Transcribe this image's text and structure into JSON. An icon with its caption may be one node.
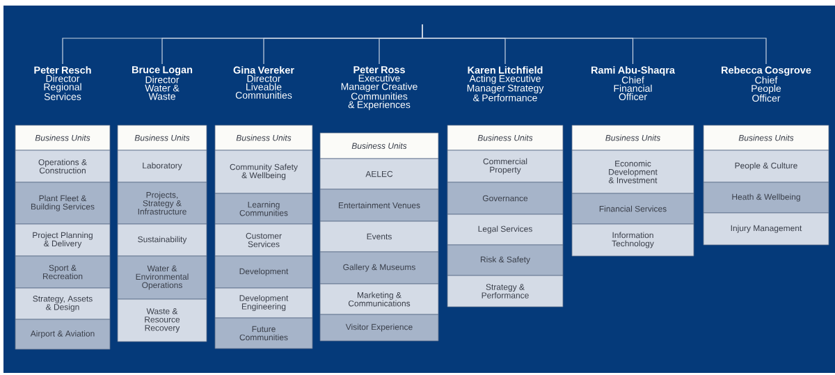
{
  "diagram": {
    "nodes": [
      {
        "text": [
          "Peter Resch",
          "Director Regional Services"
        ]
      },
      {
        "text": [
          "Business Units"
        ]
      },
      {
        "text": [
          "Operations & Construction"
        ]
      },
      {
        "text": [
          "Plant Fleet & Building Services"
        ]
      },
      {
        "text": [
          "Project Planning & Delivery"
        ]
      },
      {
        "text": [
          "Sport & Recreation"
        ]
      },
      {
        "text": [
          "Strategy, Assets & Design"
        ]
      },
      {
        "text": [
          "Airport & Aviation"
        ]
      },
      {
        "text": [
          "Bruce Logan",
          "Director Water & Waste"
        ]
      },
      {
        "text": [
          "Business Units"
        ]
      },
      {
        "text": [
          "Laboratory"
        ]
      },
      {
        "text": [
          "Projects, Strategy & Infrastructure"
        ]
      },
      {
        "text": [
          "Sustainability"
        ]
      },
      {
        "text": [
          "Water & Environmental Operations"
        ]
      },
      {
        "text": [
          "Waste & Resource Recovery"
        ]
      },
      {
        "text": [
          "Gina Vereker",
          "Director Liveable Communities"
        ]
      },
      {
        "text": [
          "Business Units"
        ]
      },
      {
        "text": [
          "Community Safety & Wellbeing"
        ]
      },
      {
        "text": [
          "Learning Communities"
        ]
      },
      {
        "text": [
          "Customer Services"
        ]
      },
      {
        "text": [
          "Development"
        ]
      },
      {
        "text": [
          "Development Engineering"
        ]
      },
      {
        "text": [
          "Future Communities"
        ]
      },
      {
        "text": [
          "Peter Ross",
          "Executive Manager Creative Communities & Experiences"
        ]
      },
      {
        "text": [
          "Business Units"
        ]
      },
      {
        "text": [
          "AELEC"
        ]
      },
      {
        "text": [
          "Entertainment Venues"
        ]
      },
      {
        "text": [
          "Events"
        ]
      },
      {
        "text": [
          "Gallery & Museums"
        ]
      },
      {
        "text": [
          "Marketing & Communications"
        ]
      },
      {
        "text": [
          "Visitor Experience"
        ]
      },
      {
        "text": [
          "Karen Litchfield",
          "Acting Executive Manager Strategy & Performance"
        ]
      },
      {
        "text": [
          "Business Units"
        ]
      },
      {
        "text": [
          "Commercial Property"
        ]
      },
      {
        "text": [
          "Governance"
        ]
      },
      {
        "text": [
          "Legal Services"
        ]
      },
      {
        "text": [
          "Risk & Safety"
        ]
      },
      {
        "text": [
          "Strategy & Performance"
        ]
      },
      {
        "text": [
          "Rami Abu-Shaqra",
          "Chief Financial Officer"
        ]
      },
      {
        "text": [
          "Business Units"
        ]
      },
      {
        "text": [
          "Economic Development & Investment"
        ]
      },
      {
        "text": [
          "Financial Services"
        ]
      },
      {
        "text": [
          "Information Technology"
        ]
      },
      {
        "text": [
          "Rebecca Cosgrove",
          "Chief People Officer"
        ]
      },
      {
        "text": [
          "Business Units"
        ]
      },
      {
        "text": [
          "People & Culture"
        ]
      },
      {
        "text": [
          "Heath & Wellbeing"
        ]
      },
      {
        "text": [
          "Injury Management"
        ]
      }
    ],
    "edges": [
      {
        "from": null,
        "to": 0,
        "arrow": "none"
      },
      {
        "from": null,
        "to": 8,
        "arrow": "none"
      },
      {
        "from": null,
        "to": 15,
        "arrow": "none"
      },
      {
        "from": null,
        "to": 23,
        "arrow": "none"
      },
      {
        "from": null,
        "to": 31,
        "arrow": "none"
      },
      {
        "from": null,
        "to": 38,
        "arrow": "none"
      },
      {
        "from": null,
        "to": 43,
        "arrow": "none"
      }
    ]
  }
}
